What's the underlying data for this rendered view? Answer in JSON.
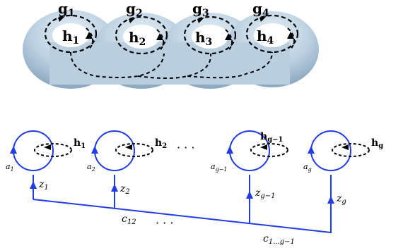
{
  "surface": {
    "handle_labels": [
      "g",
      "g",
      "g",
      "g"
    ],
    "handle_subscripts": [
      "1",
      "2",
      "3",
      "4"
    ],
    "hole_labels": [
      "h",
      "h",
      "h",
      "h"
    ],
    "hole_subscripts": [
      "1",
      "2",
      "3",
      "4"
    ],
    "surface_color": "#b9cfe0"
  },
  "graph": {
    "line_color": "#1f3ce6",
    "loops": [
      {
        "h": "h",
        "h_sub": "1",
        "a": "a",
        "a_sub": "1",
        "z": "z",
        "z_sub": "1"
      },
      {
        "h": "h",
        "h_sub": "2",
        "a": "a",
        "a_sub": "2",
        "z": "z",
        "z_sub": "2"
      },
      {
        "h": "h",
        "h_sub": "g−1",
        "a": "a",
        "a_sub": "g−1",
        "z": "z",
        "z_sub": "g−1"
      },
      {
        "h": "h",
        "h_sub": "g",
        "a": "a",
        "a_sub": "g",
        "z": "z",
        "z_sub": "g"
      }
    ],
    "ellipsis_top": "· · ·",
    "ellipsis_bottom": "· · ·",
    "c12": {
      "c": "c",
      "sub": "12"
    },
    "c_last": {
      "c": "c",
      "sub": "1...g−1"
    }
  }
}
